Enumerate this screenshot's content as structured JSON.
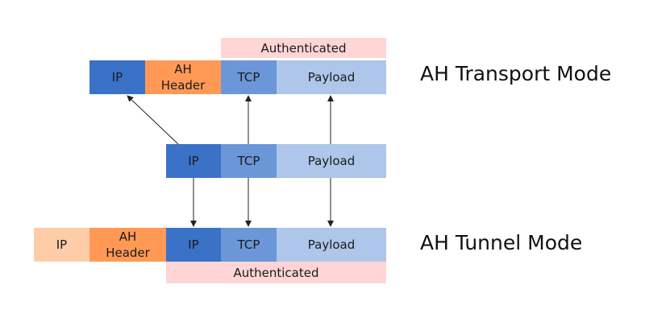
{
  "colors": {
    "ip_dark": "#3a72c8",
    "tcp_mid": "#6b97d8",
    "payload_light": "#aec6ea",
    "ah_orange": "#ff9955",
    "outer_ip_light": "#ffcca8",
    "authenticated_pink": "#ffd5d5",
    "arrow": "#222222"
  },
  "transport": {
    "authenticated_label": "Authenticated",
    "ip_label": "IP",
    "ah_label": "AH\nHeader",
    "tcp_label": "TCP",
    "payload_label": "Payload",
    "mode_label": "AH Transport Mode"
  },
  "original": {
    "ip_label": "IP",
    "tcp_label": "TCP",
    "payload_label": "Payload"
  },
  "tunnel": {
    "outer_ip_label": "IP",
    "ah_label": "AH\nHeader",
    "ip_label": "IP",
    "tcp_label": "TCP",
    "payload_label": "Payload",
    "authenticated_label": "Authenticated",
    "mode_label": "AH Tunnel Mode"
  }
}
